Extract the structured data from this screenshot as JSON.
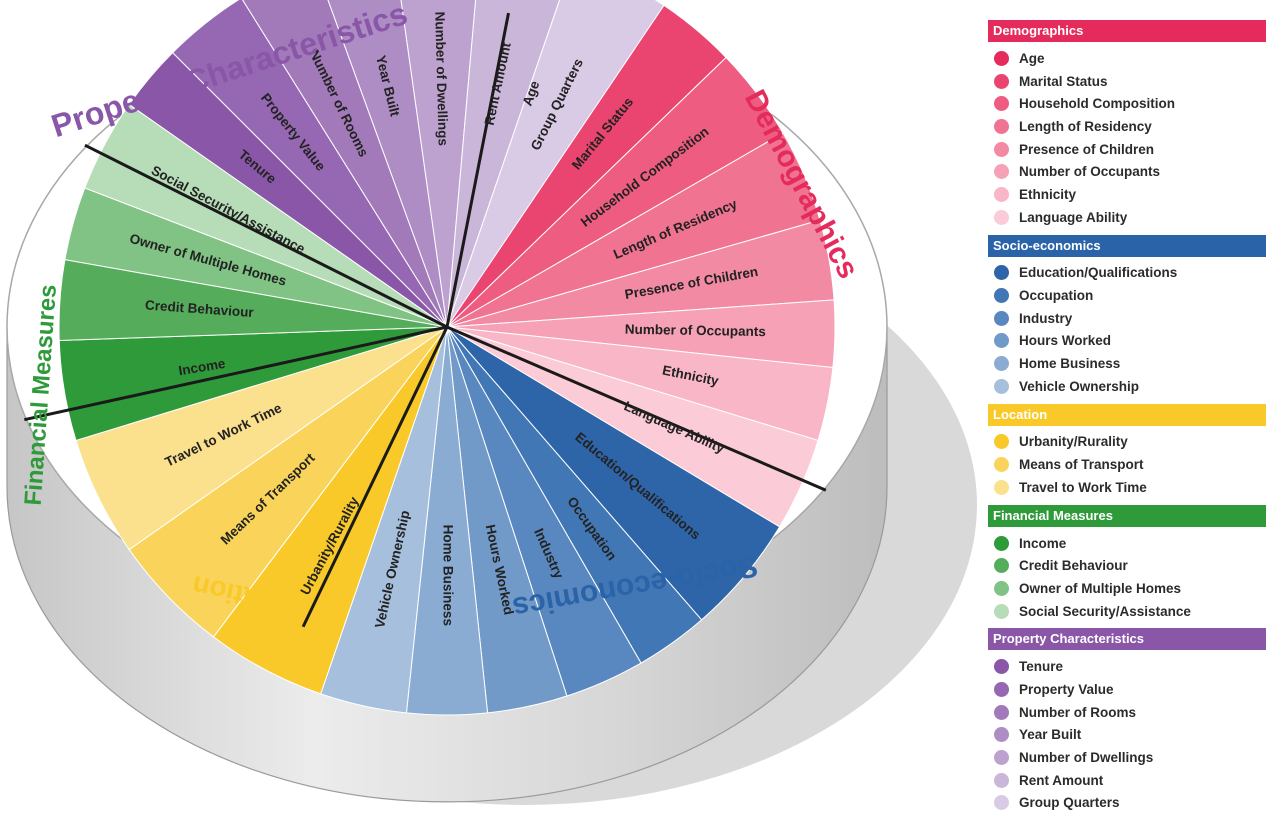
{
  "groups": [
    {
      "name": "Demographics",
      "color": "#e42b5c",
      "items": [
        {
          "label": "Age",
          "color": "#e42b5c"
        },
        {
          "label": "Marital Status",
          "color": "#ea4570"
        },
        {
          "label": "Household Composition",
          "color": "#ee5d81"
        },
        {
          "label": "Length of Residency",
          "color": "#f07392"
        },
        {
          "label": "Presence of Children",
          "color": "#f38aa4"
        },
        {
          "label": "Number of Occupants",
          "color": "#f6a1b6"
        },
        {
          "label": "Ethnicity",
          "color": "#f8b6c7"
        },
        {
          "label": "Language Ability",
          "color": "#fbcbd7"
        }
      ]
    },
    {
      "name": "Socio-economics",
      "color": "#2b63a8",
      "items": [
        {
          "label": "Education/Qualifications",
          "color": "#2d65a8"
        },
        {
          "label": "Occupation",
          "color": "#4277b5"
        },
        {
          "label": "Industry",
          "color": "#5988c0"
        },
        {
          "label": "Hours Worked",
          "color": "#719ac9"
        },
        {
          "label": "Home Business",
          "color": "#8aacd3"
        },
        {
          "label": "Vehicle Ownership",
          "color": "#a5bfdd"
        }
      ]
    },
    {
      "name": "Location",
      "color": "#f9c929",
      "items": [
        {
          "label": "Urbanity/Rurality",
          "color": "#f9c929"
        },
        {
          "label": "Means of Transport",
          "color": "#fad45a"
        },
        {
          "label": "Travel to Work Time",
          "color": "#fbe08d"
        }
      ]
    },
    {
      "name": "Financial Measures",
      "color": "#2f9a3a",
      "items": [
        {
          "label": "Income",
          "color": "#2f9a3a"
        },
        {
          "label": "Credit Behaviour",
          "color": "#55ad5c"
        },
        {
          "label": "Owner of Multiple Homes",
          "color": "#80c384"
        },
        {
          "label": "Social Security/Assistance",
          "color": "#b7dcb8"
        }
      ]
    },
    {
      "name": "Property Characteristics",
      "color": "#8956a8",
      "items": [
        {
          "label": "Tenure",
          "color": "#8956a8"
        },
        {
          "label": "Property Value",
          "color": "#9667b2"
        },
        {
          "label": "Number of Rooms",
          "color": "#a27aba"
        },
        {
          "label": "Year Built",
          "color": "#ae8cc4"
        },
        {
          "label": "Number of Dwellings",
          "color": "#bda1cf"
        },
        {
          "label": "Rent Amount",
          "color": "#cab6d9"
        },
        {
          "label": "Group Quarters",
          "color": "#d9cbe6"
        }
      ]
    }
  ]
}
